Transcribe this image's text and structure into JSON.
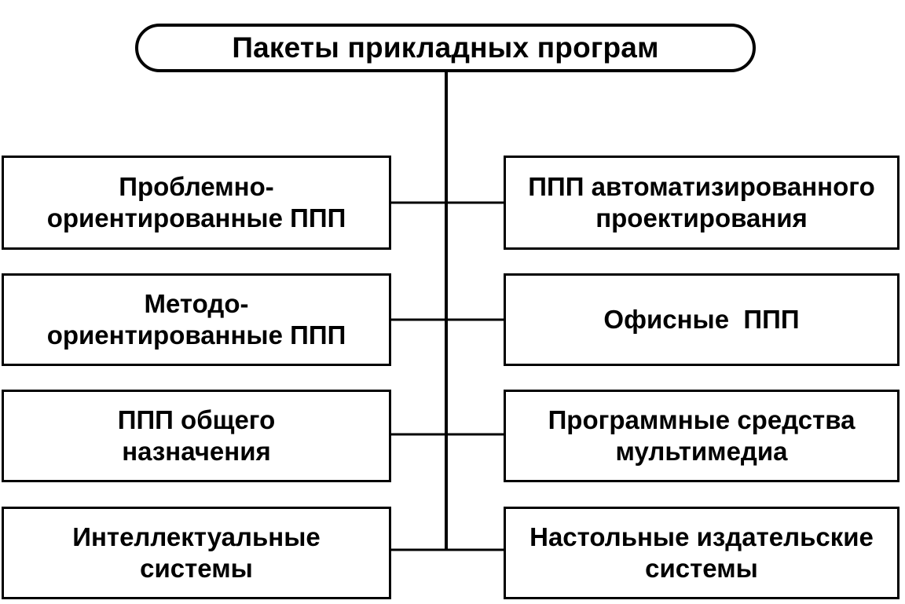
{
  "diagram": {
    "root": {
      "label": "Пакеты прикладных програм"
    },
    "left": [
      {
        "lines": [
          "Проблемно-",
          "ориентированные ППП"
        ]
      },
      {
        "lines": [
          "Методо-",
          "ориентированные ППП"
        ]
      },
      {
        "lines": [
          "ППП общего",
          "назначения"
        ]
      },
      {
        "lines": [
          "Интеллектуальные",
          "системы"
        ]
      }
    ],
    "right": [
      {
        "lines": [
          "ППП автоматизированного",
          "проектирования"
        ]
      },
      {
        "lines": [
          "Офисные  ППП"
        ]
      },
      {
        "lines": [
          "Программные средства",
          "мультимедиа"
        ]
      },
      {
        "lines": [
          "Настольные издательские",
          "системы"
        ]
      }
    ],
    "colors": {
      "line": "#000000",
      "background": "#ffffff"
    }
  }
}
